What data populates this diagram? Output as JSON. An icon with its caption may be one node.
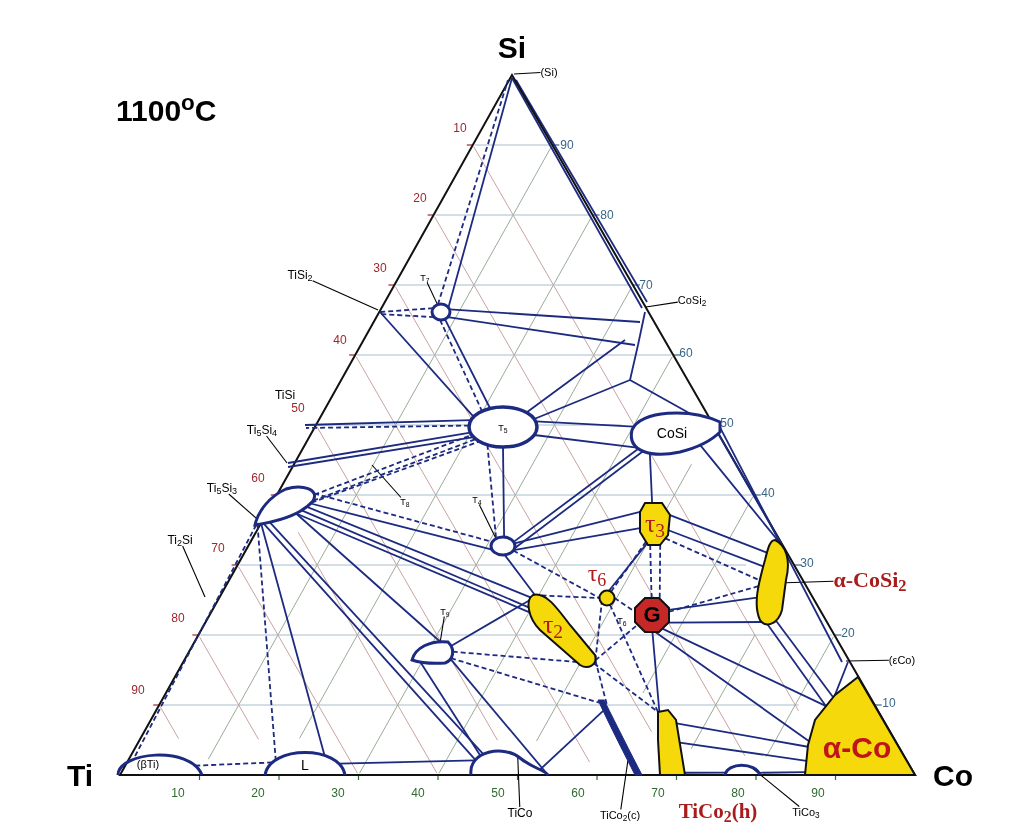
{
  "diagram": {
    "title": "1100$^{o}$C",
    "nodes": [
      {
        "text": [
          "(Si)"
        ]
      },
      {
        "text": [
          "TiSi$_{2}$"
        ]
      },
      {
        "text": [
          "T$_{7}$"
        ]
      },
      {
        "text": [],
        "shape": "ellipse"
      },
      {
        "text": [
          "CoSi$_{2}$"
        ]
      },
      {
        "text": [
          "T$_{5}$"
        ]
      },
      {
        "text": [
          "CoSi"
        ]
      },
      {
        "text": [
          "Ti$_{5}$Si$_{4}$"
        ]
      },
      {
        "text": [
          "Ti$_{5}$Si$_{3}$"
        ]
      },
      {
        "text": [],
        "shape": "ellipse"
      },
      {
        "text": [
          "T$_{8}$"
        ]
      },
      {
        "text": [
          "T$_{4}$"
        ]
      },
      {
        "text": [],
        "shape": "ellipse"
      },
      {
        "text": [
          "τ$_{3}$"
        ]
      },
      {
        "text": [
          "Ti$_{2}$Si"
        ]
      },
      {
        "text": [],
        "shape": "band"
      },
      {
        "text": [
          "α-CoSi$_{2}$"
        ]
      },
      {
        "text": [],
        "shape": "circle",
        "beside": [
          "τ$_{6}$",
          "T$_{6}$"
        ]
      },
      {
        "text": [
          "G"
        ]
      },
      {
        "text": [
          "τ$_{2}$"
        ]
      },
      {
        "text": [
          "T$_{9}$"
        ]
      },
      {
        "text": [],
        "shape": "ellipse"
      },
      {
        "text": [
          "(εCo)"
        ]
      },
      {
        "text": [
          "(βTi)"
        ]
      },
      {
        "text": [
          "L"
        ]
      },
      {
        "text": [],
        "shape": "ellipse"
      },
      {
        "text": [],
        "shape": "band"
      },
      {
        "text": [],
        "shape": "bar",
        "beside": [
          "TiCo$_{2}$(h)"
        ]
      },
      {
        "text": [],
        "shape": "ellipse"
      },
      {
        "text": [
          "α-Co"
        ]
      },
      {
        "text": [
          "TiCo"
        ]
      },
      {
        "text": [
          "TiCo$_{2}$(c)"
        ]
      },
      {
        "text": [
          "TiCo$_{3}$"
        ]
      }
    ],
    "edges": [
      {
        "from": 0,
        "to": null,
        "arrow": "none",
        "color": "#000000"
      },
      {
        "from": 1,
        "to": null,
        "arrow": "none",
        "color": "#000000"
      },
      {
        "from": 2,
        "to": 3,
        "arrow": "none",
        "color": "#000000"
      },
      {
        "from": 4,
        "to": null,
        "arrow": "none",
        "color": "#000000"
      },
      {
        "from": 7,
        "to": null,
        "arrow": "none",
        "color": "#000000"
      },
      {
        "from": 8,
        "to": 9,
        "arrow": "none",
        "color": "#000000"
      },
      {
        "from": 10,
        "to": null,
        "arrow": "none",
        "color": "#000000"
      },
      {
        "from": 11,
        "to": 12,
        "arrow": "none",
        "color": "#000000"
      },
      {
        "from": 14,
        "to": null,
        "arrow": "none",
        "color": "#000000"
      },
      {
        "from": 16,
        "to": 15,
        "arrow": "none",
        "color": "#000000"
      },
      {
        "from": 20,
        "to": 21,
        "arrow": "none",
        "color": "#000000"
      },
      {
        "from": 22,
        "to": null,
        "arrow": "none",
        "color": "#000000"
      },
      {
        "from": 30,
        "to": 25,
        "arrow": "none",
        "color": "#000000"
      },
      {
        "from": 31,
        "to": 26,
        "arrow": "none",
        "color": "#000000"
      },
      {
        "from": 32,
        "to": 28,
        "arrow": "none",
        "color": "#000000"
      },
      {
        "from": 3,
        "to": null,
        "arrow": "none"
      },
      {
        "from": 3,
        "to": null,
        "arrow": "none"
      },
      {
        "from": 3,
        "to": null,
        "arrow": "none"
      },
      {
        "from": 5,
        "to": null,
        "arrow": "none"
      },
      {
        "from": 3,
        "to": 5,
        "arrow": "none"
      },
      {
        "from": 5,
        "to": null,
        "arrow": "none"
      },
      {
        "from": 5,
        "to": null,
        "arrow": "none"
      },
      {
        "from": 6,
        "to": null,
        "arrow": "none"
      },
      {
        "from": 5,
        "to": 6,
        "arrow": "none"
      },
      {
        "from": 5,
        "to": 6,
        "arrow": "none"
      },
      {
        "from": 5,
        "to": null,
        "arrow": "none"
      },
      {
        "from": 5,
        "to": null,
        "arrow": "none"
      },
      {
        "from": 5,
        "to": null,
        "arrow": "none"
      },
      {
        "from": 5,
        "to": 12,
        "arrow": "none"
      },
      {
        "from": 12,
        "to": 6,
        "arrow": "none"
      },
      {
        "from": 12,
        "to": 6,
        "arrow": "none"
      },
      {
        "from": 6,
        "to": 13,
        "arrow": "none"
      },
      {
        "from": 6,
        "to": 15,
        "arrow": "none"
      },
      {
        "from": 6,
        "to": 15,
        "arrow": "none"
      },
      {
        "from": 6,
        "to": null,
        "arrow": "none"
      },
      {
        "from": 13,
        "to": 12,
        "arrow": "none"
      },
      {
        "from": 13,
        "to": 12,
        "arrow": "none"
      },
      {
        "from": 13,
        "to": 15,
        "arrow": "none"
      },
      {
        "from": 13,
        "to": 15,
        "arrow": "none"
      },
      {
        "from": 13,
        "to": 17,
        "arrow": "none"
      },
      {
        "from": 9,
        "to": 12,
        "arrow": "none"
      },
      {
        "from": 9,
        "to": 19,
        "arrow": "none"
      },
      {
        "from": 9,
        "to": 19,
        "arrow": "none"
      },
      {
        "from": 9,
        "to": 19,
        "arrow": "none"
      },
      {
        "from": 9,
        "to": 21,
        "arrow": "none"
      },
      {
        "from": 9,
        "to": 24,
        "arrow": "none"
      },
      {
        "from": 9,
        "to": 25,
        "arrow": "none"
      },
      {
        "from": 9,
        "to": 25,
        "arrow": "none"
      },
      {
        "from": 21,
        "to": 25,
        "arrow": "none"
      },
      {
        "from": 21,
        "to": 19,
        "arrow": "none"
      },
      {
        "from": 12,
        "to": 19,
        "arrow": "none"
      },
      {
        "from": 18,
        "to": 15,
        "arrow": "none"
      },
      {
        "from": 18,
        "to": 15,
        "arrow": "none"
      },
      {
        "from": 18,
        "to": 29,
        "arrow": "none"
      },
      {
        "from": 18,
        "to": 29,
        "arrow": "none"
      },
      {
        "from": 18,
        "to": 27,
        "arrow": "none"
      },
      {
        "from": 27,
        "to": 29,
        "arrow": "none"
      },
      {
        "from": 27,
        "to": 29,
        "arrow": "none"
      },
      {
        "from": 15,
        "to": 29,
        "arrow": "none"
      },
      {
        "from": 15,
        "to": 29,
        "arrow": "none"
      },
      {
        "from": 24,
        "to": 25,
        "arrow": "none"
      },
      {
        "from": 28,
        "to": 29,
        "arrow": "none"
      },
      {
        "from": 27,
        "to": 28,
        "arrow": "none"
      },
      {
        "from": 25,
        "to": 26,
        "arrow": "none"
      },
      {
        "from": 21,
        "to": 25,
        "arrow": "none"
      },
      {
        "from": 29,
        "to": null,
        "arrow": "none"
      },
      {
        "from": 3,
        "to": null,
        "arrow": "none",
        "style": "dashed"
      },
      {
        "from": 3,
        "to": null,
        "arrow": "none",
        "style": "dashed"
      },
      {
        "from": 3,
        "to": null,
        "arrow": "none",
        "style": "dashed"
      },
      {
        "from": 3,
        "to": 5,
        "arrow": "none",
        "style": "dashed"
      },
      {
        "from": 5,
        "to": null,
        "arrow": "none",
        "style": "dashed"
      },
      {
        "from": 9,
        "to": 5,
        "arrow": "none",
        "style": "dashed"
      },
      {
        "from": 9,
        "to": 5,
        "arrow": "none",
        "style": "dashed"
      },
      {
        "from": 9,
        "to": 5,
        "arrow": "none",
        "style": "dashed"
      },
      {
        "from": 9,
        "to": 12,
        "arrow": "none",
        "style": "dashed"
      },
      {
        "from": 5,
        "to": 12,
        "arrow": "none",
        "style": "dashed"
      },
      {
        "from": 9,
        "to": 23,
        "arrow": "none",
        "style": "dashed"
      },
      {
        "from": 9,
        "to": 24,
        "arrow": "none",
        "style": "dashed"
      },
      {
        "from": 23,
        "to": 24,
        "arrow": "none",
        "style": "dashed"
      },
      {
        "from": 12,
        "to": 17,
        "arrow": "none",
        "style": "dashed"
      },
      {
        "from": 19,
        "to": 17,
        "arrow": "none",
        "style": "dashed"
      },
      {
        "from": 17,
        "to": 18,
        "arrow": "none",
        "style": "dashed"
      },
      {
        "from": 13,
        "to": 18,
        "arrow": "none",
        "style": "dashed"
      },
      {
        "from": 13,
        "to": 18,
        "arrow": "none",
        "style": "dashed"
      },
      {
        "from": 13,
        "to": 15,
        "arrow": "none",
        "style": "dashed"
      },
      {
        "from": 13,
        "to": 17,
        "arrow": "none",
        "style": "dashed"
      },
      {
        "from": 19,
        "to": 17,
        "arrow": "none",
        "style": "dashed"
      },
      {
        "from": 19,
        "to": 18,
        "arrow": "none",
        "style": "dashed"
      },
      {
        "from": 19,
        "to": 27,
        "arrow": "none",
        "style": "dashed"
      },
      {
        "from": 19,
        "to": 26,
        "arrow": "none",
        "style": "dashed"
      },
      {
        "from": 21,
        "to": 19,
        "arrow": "none",
        "style": "dashed"
      },
      {
        "from": 21,
        "to": 26,
        "arrow": "none",
        "style": "dashed"
      },
      {
        "from": 18,
        "to": 15,
        "arrow": "none",
        "style": "dashed"
      },
      {
        "from": 17,
        "to": 27,
        "arrow": "none",
        "style": "dashed"
      }
    ],
    "labels": [
      "Si",
      "10",
      "20",
      "30",
      "40",
      "50",
      "60",
      "70",
      "80",
      "90",
      "90",
      "80",
      "70",
      "60",
      "50",
      "40",
      "30",
      "20",
      "10",
      "TiSi",
      "Ti",
      "Co",
      "10",
      "20",
      "30",
      "40",
      "50",
      "60",
      "70",
      "80",
      "90"
    ]
  }
}
